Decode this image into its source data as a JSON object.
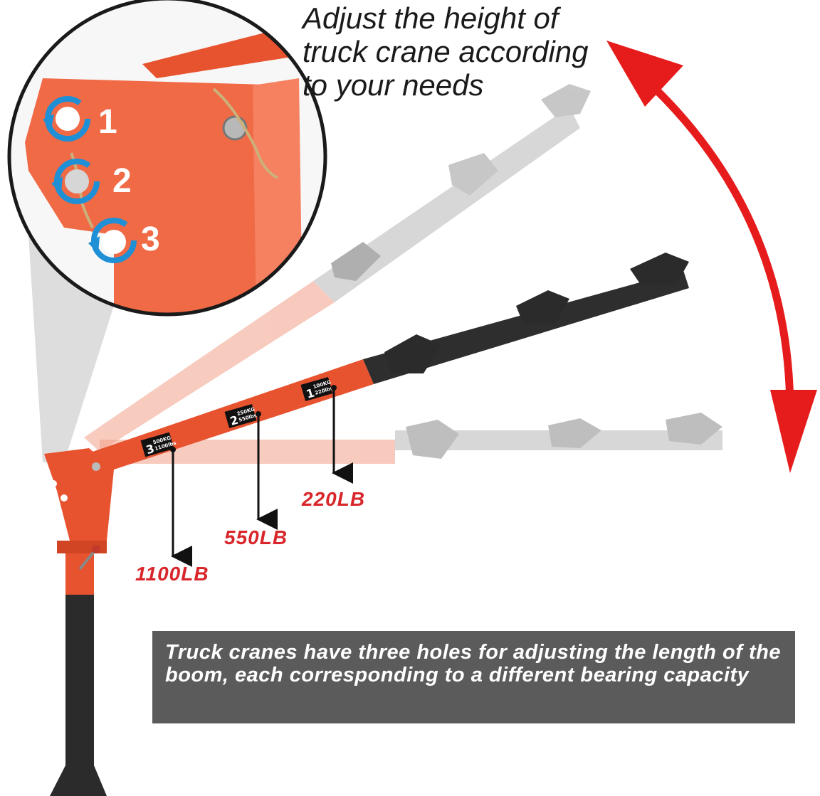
{
  "headline": {
    "lines": [
      "Adjust the height of",
      "truck crane according",
      "to your needs"
    ]
  },
  "loads": {
    "load_1": "220LB",
    "load_2": "550LB",
    "load_3": "1100LB"
  },
  "inset": {
    "hole_labels": [
      "1",
      "2",
      "3"
    ]
  },
  "boom_tags": {
    "tag_1_num": "1",
    "tag_1_kg": "100KG",
    "tag_1_lbs": "220lbs",
    "tag_2_num": "2",
    "tag_2_kg": "250KG",
    "tag_2_lbs": "550lbs",
    "tag_3_num": "3",
    "tag_3_kg": "500KG",
    "tag_3_lbs": "1100lbs"
  },
  "caption": {
    "text": "Truck cranes have three holes for adjusting the length of the boom, each corresponding to a different bearing capacity"
  },
  "colors": {
    "crane_orange": "#e8532f",
    "arrow_red": "#e61c1c",
    "load_text_red": "#d8262a",
    "hole_arrow_blue": "#1f8fd6",
    "caption_bg": "#5b5b5b",
    "post_dark": "#2b2b2b"
  }
}
